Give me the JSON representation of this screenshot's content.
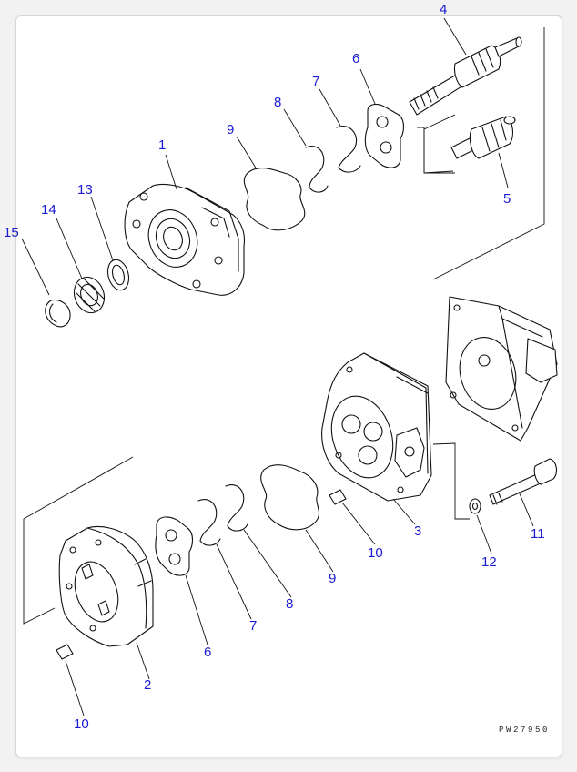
{
  "callouts": {
    "c1": "1",
    "c2": "2",
    "c3": "3",
    "c4": "4",
    "c5": "5",
    "c6a": "6",
    "c6b": "6",
    "c7a": "7",
    "c7b": "7",
    "c8a": "8",
    "c8b": "8",
    "c9a": "9",
    "c9b": "9",
    "c10a": "10",
    "c10b": "10",
    "c11": "11",
    "c12": "12",
    "c13": "13",
    "c14": "14",
    "c15": "15"
  },
  "drawing_code": "PW27950",
  "colors": {
    "callout": "#1a1ad6",
    "line": "#111111"
  }
}
